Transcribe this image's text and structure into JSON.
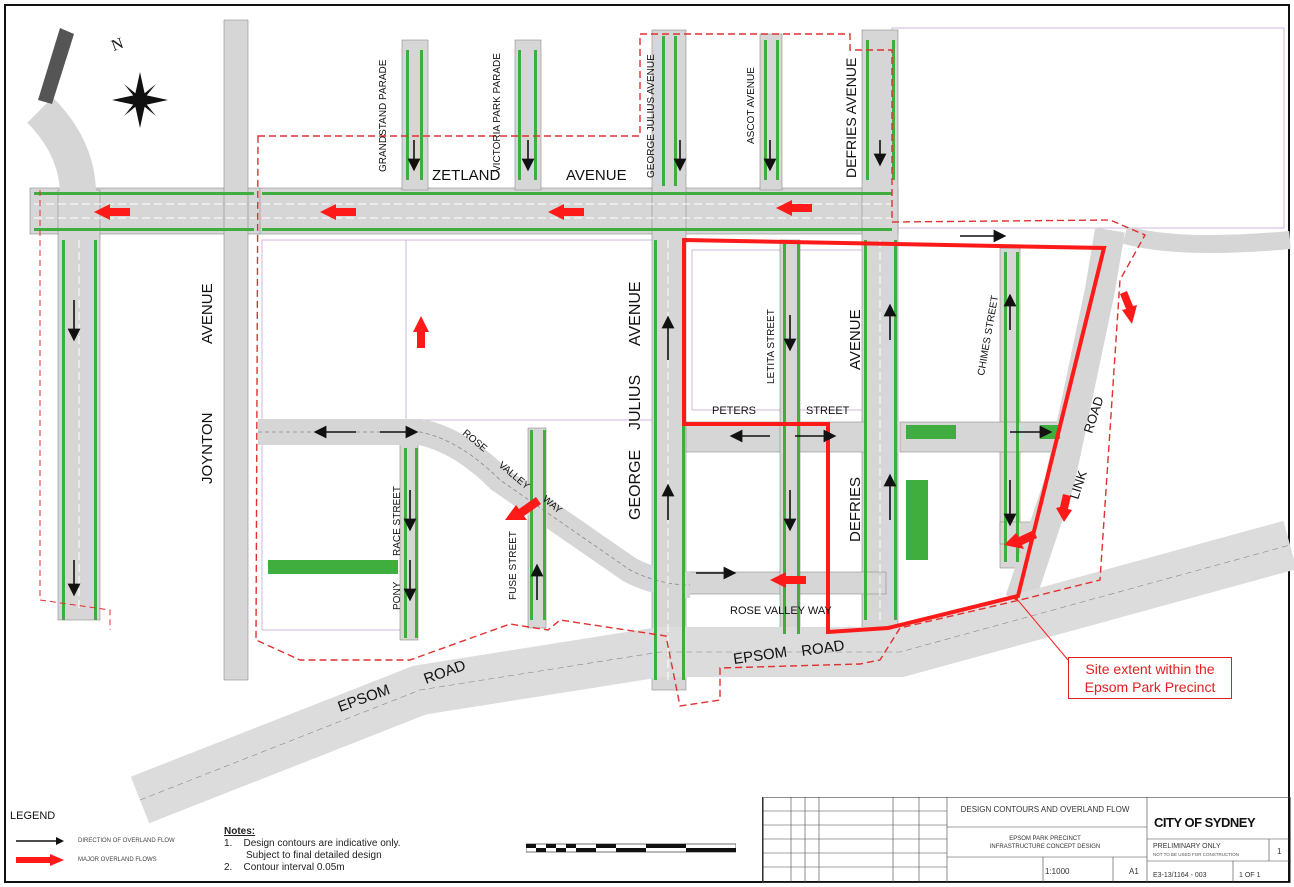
{
  "map": {
    "north_label": "N",
    "streets": {
      "zetland": "ZETLAND",
      "zetland_avenue": "AVENUE",
      "grandstand_parade": "GRANDSTAND PARADE",
      "victoria_park_parade": "VICTORIA PARK PARADE",
      "george_julius_avenue_north": "GEORGE JULIUS AVENUE",
      "ascot_avenue": "ASCOT AVENUE",
      "defries_avenue_north": "DEFRIES AVENUE",
      "joynton": "JOYNTON",
      "joynton_avenue": "AVENUE",
      "george": "GEORGE",
      "julius": "JULIUS",
      "george_julius_avenue": "AVENUE",
      "letita_street": "LETITA STREET",
      "avenue_defries": "AVENUE",
      "defries": "DEFRIES",
      "chimes_street": "CHIMES STREET",
      "peters": "PETERS",
      "peters_street": "STREET",
      "link": "LINK",
      "link_road": "ROAD",
      "rose": "ROSE",
      "valley": "VALLEY",
      "way": "WAY",
      "pony": "PONY",
      "race_street": "RACE STREET",
      "fuse_street": "FUSE STREET",
      "rose_valley_way_south": "ROSE VALLEY WAY",
      "epsom_road_1": "EPSOM",
      "epsom_road_1b": "ROAD",
      "epsom_road_2": "EPSOM",
      "epsom_road_2b": "ROAD"
    },
    "callout": {
      "line1": "Site extent within the",
      "line2": "Epsom Park Precinct"
    },
    "colors": {
      "site_boundary": "#ff1a1a",
      "study_area": "#e03030",
      "major_flow": "#ff1a1a",
      "verge_green": "#3fae3f",
      "road_grey": "#cfcfcf"
    }
  },
  "legend": {
    "title": "LEGEND",
    "direction_label": "DIRECTION OF OVERLAND FLOW",
    "major_label": "MAJOR OVERLAND FLOWS"
  },
  "notes": {
    "heading": "Notes:",
    "n1_num": "1.",
    "n1_line1": "Design contours are indicative only.",
    "n1_line2": "Subject to final detailed design",
    "n2_num": "2.",
    "n2_line1": "Contour interval 0.05m"
  },
  "title_block": {
    "drawing_title": "DESIGN CONTOURS AND OVERLAND FLOW",
    "project_line1": "EPSOM PARK PRECINCT",
    "project_line2": "INFRASTRUCTURE CONCEPT DESIGN",
    "scale": "1:1000",
    "size": "A1",
    "logo": "CITY OF SYDNEY",
    "status": "PRELIMINARY ONLY",
    "status_sub": "NOT TO BE USED FOR CONSTRUCTION",
    "drawing_no": "E3-13/1164 - 003",
    "sheet": "1 OF 1",
    "revision": "1"
  }
}
